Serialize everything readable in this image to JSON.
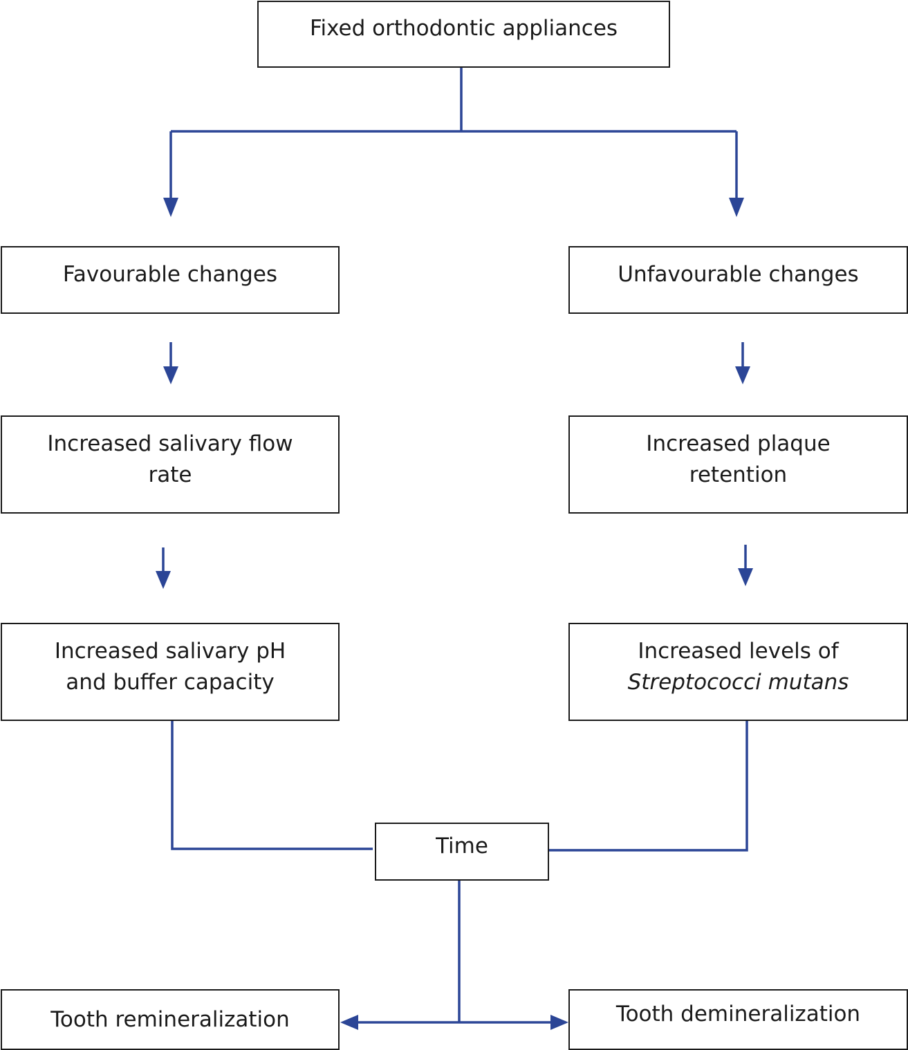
{
  "colors": {
    "connector": "#2b4596",
    "box_border": "#1a1a1a",
    "text": "#1a1a1a"
  },
  "nodes": {
    "root": {
      "lines": [
        "Fixed orthodontic appliances"
      ]
    },
    "fav": {
      "lines": [
        "Favourable changes"
      ]
    },
    "unfav": {
      "lines": [
        "Unfavourable changes"
      ]
    },
    "saliva": {
      "lines": [
        "Increased salivary flow",
        "rate"
      ]
    },
    "plaque": {
      "lines": [
        "Increased plaque",
        "retention"
      ]
    },
    "ph": {
      "lines": [
        "Increased salivary pH",
        "and buffer capacity"
      ]
    },
    "strep": {
      "lines": [
        "Increased levels of",
        "Streptococci mutans"
      ]
    },
    "time": {
      "lines": [
        "Time"
      ]
    },
    "remin": {
      "lines": [
        "Tooth remineralization"
      ]
    },
    "demin": {
      "lines": [
        "Tooth demineralization"
      ]
    }
  }
}
